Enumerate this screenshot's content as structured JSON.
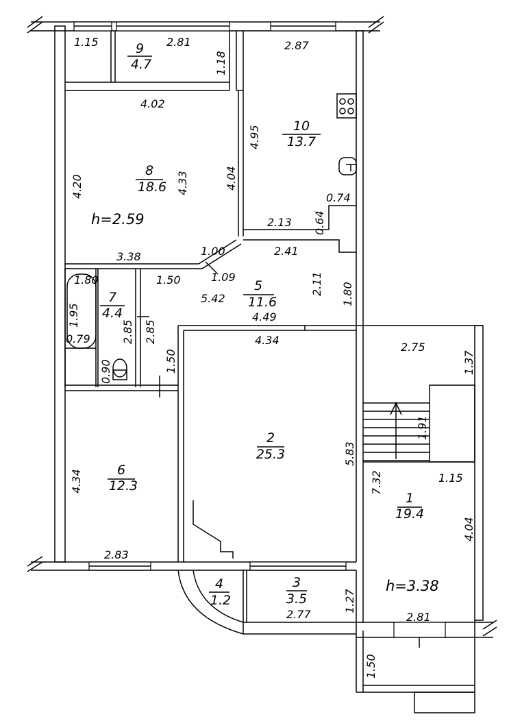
{
  "rooms": [
    {
      "num": "1",
      "area": "19.4"
    },
    {
      "num": "2",
      "area": "25.3"
    },
    {
      "num": "3",
      "area": "3.5"
    },
    {
      "num": "4",
      "area": "1.2"
    },
    {
      "num": "5",
      "area": "11.6"
    },
    {
      "num": "6",
      "area": "12.3"
    },
    {
      "num": "7",
      "area": "4.4"
    },
    {
      "num": "8",
      "area": "18.6"
    },
    {
      "num": "9",
      "area": "4.7"
    },
    {
      "num": "10",
      "area": "13.7"
    }
  ],
  "heights": {
    "room8": "h=2.59",
    "room1": "h=3.38"
  },
  "dims": {
    "d115a": "1.15",
    "d281a": "2.81",
    "d118": "1.18",
    "d287": "2.87",
    "d402": "4.02",
    "d495": "4.95",
    "d420": "4.20",
    "d433": "4.33",
    "d404": "4.04",
    "d213": "2.13",
    "d064": "0.64",
    "d074": "0.74",
    "d338": "3.38",
    "d100": "1.00",
    "d109": "1.09",
    "d241": "2.41",
    "d211": "2.11",
    "d180a": "1.80",
    "d180b": "1.80",
    "d150a": "1.50",
    "d195": "1.95",
    "d542": "5.42",
    "d449": "4.49",
    "d285a": "2.85",
    "d285b": "2.85",
    "d079": "0.79",
    "d434a": "4.34",
    "d275": "2.75",
    "d137": "1.37",
    "d090": "0.90",
    "d150b": "1.50",
    "d191": "1.91",
    "d583": "5.83",
    "d732": "7.32",
    "d115b": "1.15",
    "d434b": "4.34",
    "d404b": "4.04",
    "d283": "2.83",
    "d127": "1.27",
    "d277": "2.77",
    "d281b": "2.81",
    "d150c": "1.50"
  }
}
